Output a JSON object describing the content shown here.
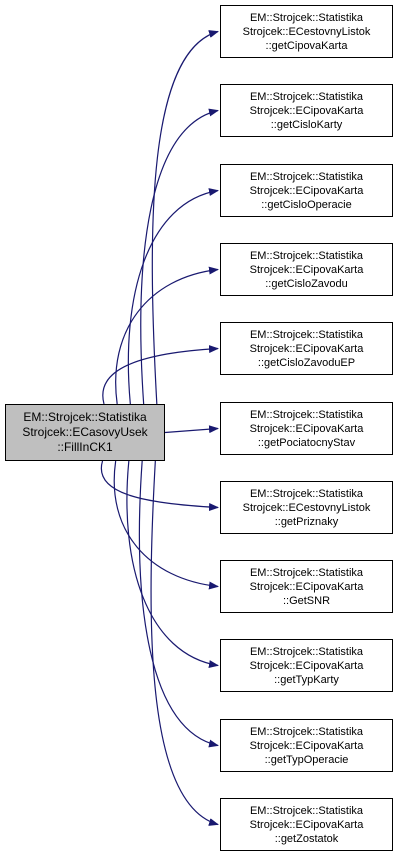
{
  "colors": {
    "edge": "#191970",
    "root_fill": "#bfbfbf",
    "node_fill": "#ffffff",
    "node_border": "#000000"
  },
  "root": {
    "lines": [
      "EM::Strojcek::Statistika",
      "Strojcek::ECasovyUsek",
      "::FillInCK1"
    ]
  },
  "callees": [
    {
      "lines": [
        "EM::Strojcek::Statistika",
        "Strojcek::ECestovnyListok",
        "::getCipovaKarta"
      ]
    },
    {
      "lines": [
        "EM::Strojcek::Statistika",
        "Strojcek::ECipovaKarta",
        "::getCisloKarty"
      ]
    },
    {
      "lines": [
        "EM::Strojcek::Statistika",
        "Strojcek::ECipovaKarta",
        "::getCisloOperacie"
      ]
    },
    {
      "lines": [
        "EM::Strojcek::Statistika",
        "Strojcek::ECipovaKarta",
        "::getCisloZavodu"
      ]
    },
    {
      "lines": [
        "EM::Strojcek::Statistika",
        "Strojcek::ECipovaKarta",
        "::getCisloZavoduEP"
      ]
    },
    {
      "lines": [
        "EM::Strojcek::Statistika",
        "Strojcek::ECipovaKarta",
        "::getPociatocnyStav"
      ]
    },
    {
      "lines": [
        "EM::Strojcek::Statistika",
        "Strojcek::ECestovnyListok",
        "::getPriznaky"
      ]
    },
    {
      "lines": [
        "EM::Strojcek::Statistika",
        "Strojcek::ECipovaKarta",
        "::GetSNR"
      ]
    },
    {
      "lines": [
        "EM::Strojcek::Statistika",
        "Strojcek::ECipovaKarta",
        "::getTypKarty"
      ]
    },
    {
      "lines": [
        "EM::Strojcek::Statistika",
        "Strojcek::ECipovaKarta",
        "::getTypOperacie"
      ]
    },
    {
      "lines": [
        "EM::Strojcek::Statistika",
        "Strojcek::ECipovaKarta",
        "::getZostatok"
      ]
    }
  ]
}
